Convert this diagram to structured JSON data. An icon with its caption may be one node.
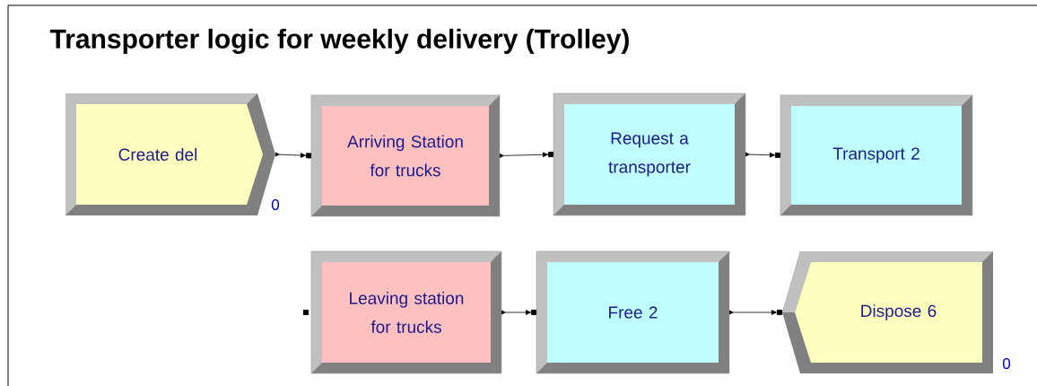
{
  "diagram": {
    "title": "Transporter logic for weekly delivery (Trolley)",
    "nodes": [
      {
        "text": [
          "Create del"
        ],
        "beside": [
          "0"
        ]
      },
      {
        "text": [
          "Arriving Station for trucks"
        ]
      },
      {
        "text": [
          "Request a transporter"
        ]
      },
      {
        "text": [
          "Transport 2"
        ]
      },
      {
        "text": [
          "Leaving station for trucks"
        ]
      },
      {
        "text": [
          "Free 2"
        ]
      },
      {
        "text": [
          "Dispose 6"
        ],
        "beside": [
          "0"
        ]
      }
    ],
    "edges": [
      {
        "from": 0,
        "to": 1,
        "arrow": "to"
      },
      {
        "from": 1,
        "to": 2,
        "arrow": "to"
      },
      {
        "from": 2,
        "to": 3,
        "arrow": "to"
      },
      {
        "from": 4,
        "to": 5,
        "arrow": "to"
      },
      {
        "from": 5,
        "to": 6,
        "arrow": "to"
      }
    ]
  }
}
